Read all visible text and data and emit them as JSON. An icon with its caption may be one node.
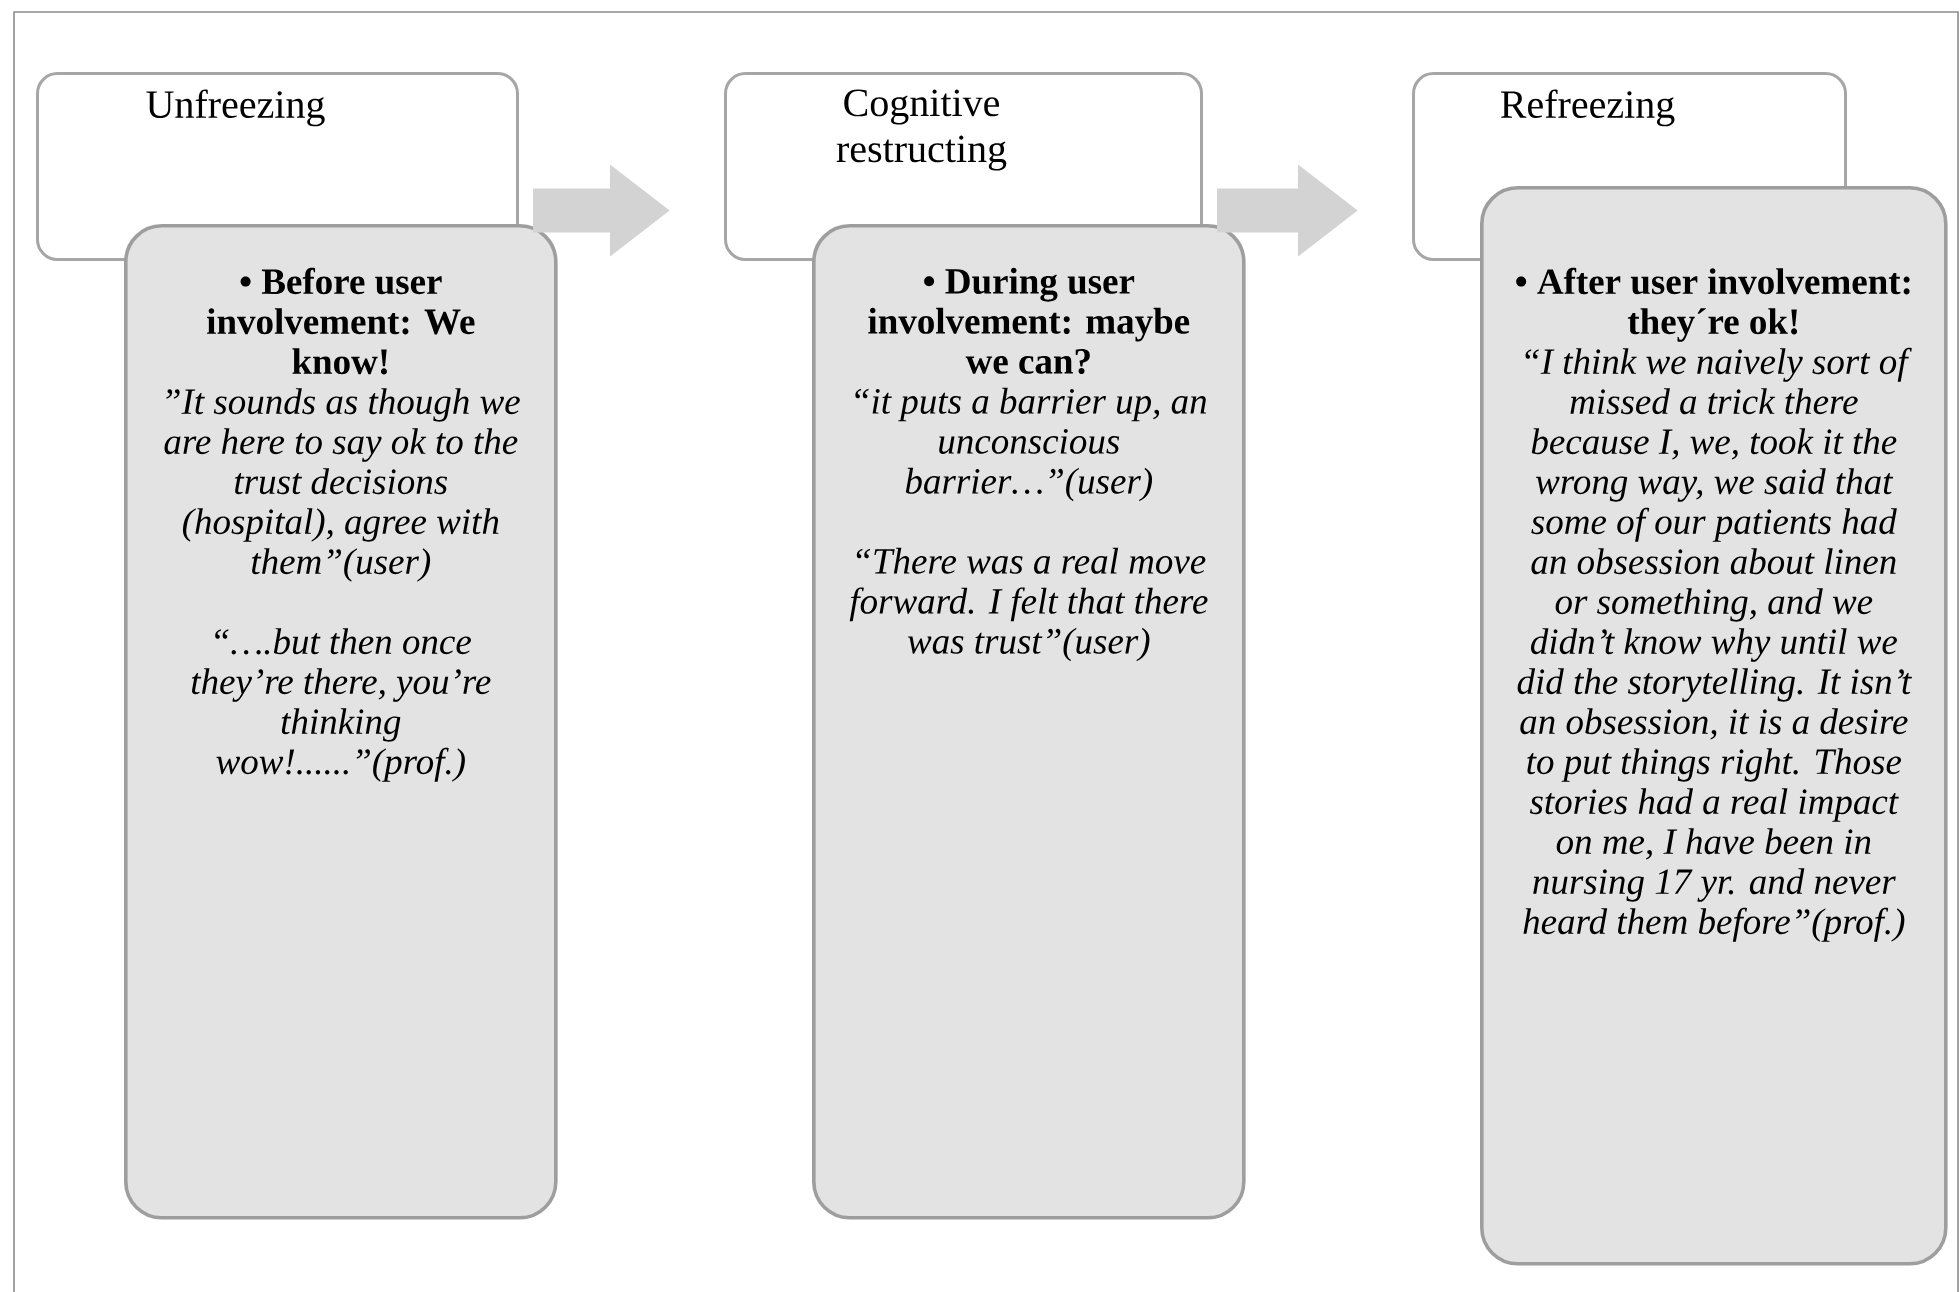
{
  "diagram": {
    "nodes": [
      {
        "text": [
          "Unfreezing"
        ]
      },
      {
        "text": [
          "• Before user involvement: We know!",
          "”It sounds as though we are here to say ok to the trust decisions (hospital), agree with them”(user)",
          "“….but then once they’re there, you’re thinking wow!......”(prof.)"
        ]
      },
      {
        "text": [
          "Cognitive restructing"
        ]
      },
      {
        "text": [
          "• During user involvement: maybe we can?",
          "“it puts a barrier up, an unconscious barrier…”(user)",
          "“There was a real move forward. I felt that there was trust”(user)"
        ]
      },
      {
        "text": [
          "Refreezing"
        ]
      },
      {
        "text": [
          "• After user involvement: they´re ok!",
          "“I think we naively sort of missed a trick there because I, we, took it the wrong way, we said that some of our patients had an obsession about linen or something, and we didn’t know why until we did the storytelling. It isn’t an obsession, it is a desire to put things right. Those stories had a real impact on me, I have been in nursing 17 yr. and never heard them before”(prof.)"
        ]
      }
    ],
    "edges": [
      {
        "from": 0,
        "to": 2,
        "arrow": "to"
      },
      {
        "from": 2,
        "to": 4,
        "arrow": "to"
      }
    ]
  }
}
